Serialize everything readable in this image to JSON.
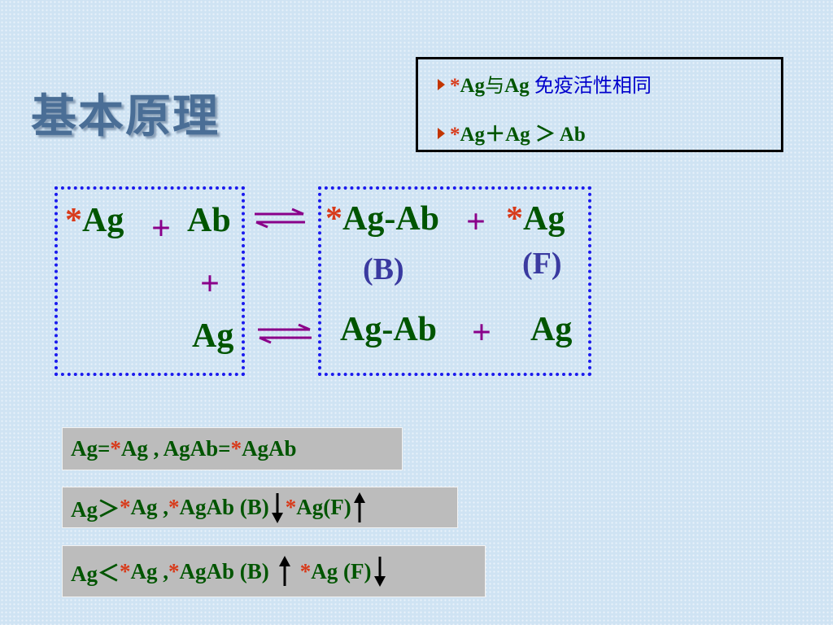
{
  "title": "基本原理",
  "note": {
    "line1": {
      "star": "*",
      "ag1": "Ag",
      "yu": "与",
      "ag2": "Ag",
      "cn": "免疫活性相同"
    },
    "line2": {
      "star": "*",
      "ag1": "Ag",
      "plus": "＋",
      "ag2": "Ag",
      "gt": "＞",
      "ab": "Ab"
    }
  },
  "left_box": {
    "star": "*",
    "ag": "Ag",
    "plus1": "+",
    "ab": "Ab",
    "plus2": "+",
    "ag2": "Ag"
  },
  "right_box": {
    "star1": "*",
    "agab1": "Ag-Ab",
    "plus1": "+",
    "star2": "*",
    "ag1": "Ag",
    "b_label": "(B)",
    "f_label": "(F)",
    "agab2": "Ag-Ab",
    "plus2": "+",
    "ag2": "Ag"
  },
  "summary": [
    {
      "p1": "Ag= ",
      "s1": "*",
      "p2": " Ag , AgAb=",
      "s2": "*",
      "p3": "AgAb"
    },
    {
      "p1": "Ag＞",
      "s1": "*",
      "p2": "Ag , ",
      "s2": "*",
      "p3": "AgAb (B)",
      "arrow1": "down",
      "s3": "*",
      "p4": "Ag(F)",
      "arrow2": "up"
    },
    {
      "p1": "Ag＜",
      "s1": "*",
      "p2": "Ag , ",
      "s2": "*",
      "p3": "AgAb (B)",
      "arrow1": "up",
      "s3": "*",
      "p4": "Ag (F)",
      "arrow2": "down"
    }
  ],
  "colors": {
    "star": "#d83a1a",
    "text_green": "#005500",
    "plus_purple": "#8a008a",
    "cn_blue": "#0000cc",
    "dotted_border": "#1a1aee",
    "title": "#4a6e96"
  }
}
